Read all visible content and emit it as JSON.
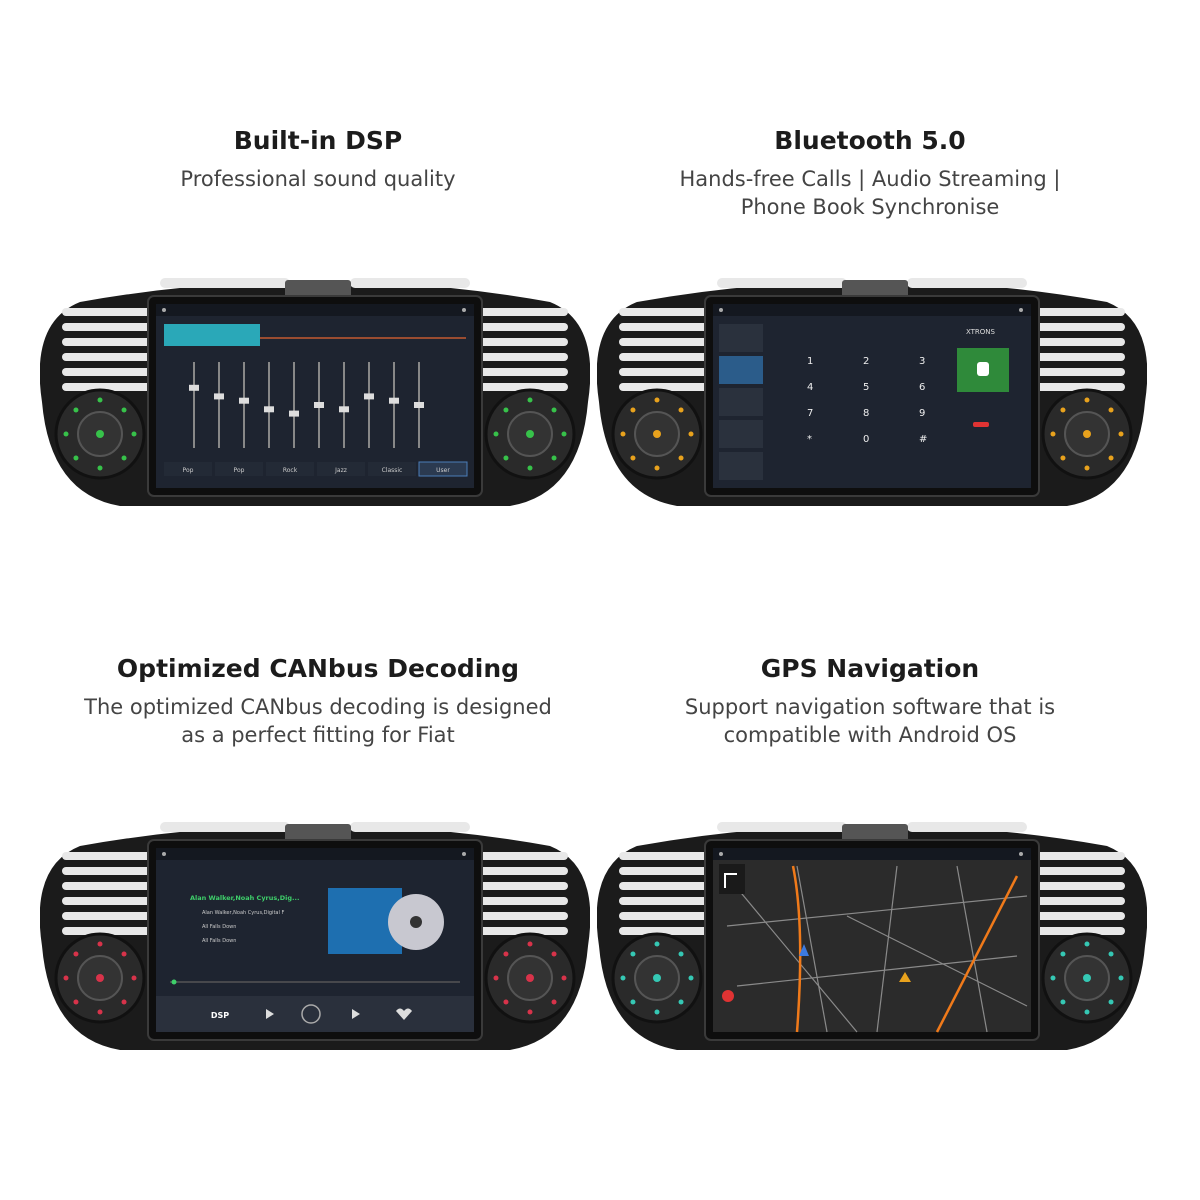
{
  "features": [
    {
      "title": "Built-in DSP",
      "subtitle": [
        "Professional sound quality"
      ],
      "screen": "eq",
      "eq": {
        "presets": [
          "Pop",
          "Pop",
          "Rock",
          "Jazz",
          "Classic",
          "User"
        ],
        "slider_levels": [
          0.7,
          0.6,
          0.55,
          0.45,
          0.4,
          0.5,
          0.45,
          0.6,
          0.55,
          0.5
        ]
      },
      "knob_color": "#37c24a"
    },
    {
      "title": "Bluetooth 5.0",
      "subtitle": [
        "Hands-free Calls | Audio Streaming |",
        "Phone Book Synchronise"
      ],
      "screen": "phone",
      "phone": {
        "brand": "XTRONS",
        "keys": [
          "1",
          "2",
          "3",
          "4",
          "5",
          "6",
          "7",
          "8",
          "9",
          "*",
          "0",
          "#"
        ]
      },
      "knob_color": "#e8a21d"
    },
    {
      "title": "Optimized CANbus Decoding",
      "subtitle": [
        "The optimized CANbus decoding is designed",
        "as a perfect fitting for Fiat"
      ],
      "screen": "music",
      "music": {
        "track": "Alan Walker,Noah Cyrus,Dig...",
        "artist": "Alan Walker,Noah Cyrus,Digital F",
        "album": "All Falls Down",
        "song": "All Falls Down",
        "controls": [
          "DSP"
        ]
      },
      "knob_color": "#d8334a"
    },
    {
      "title": "GPS Navigation",
      "subtitle": [
        "Support navigation software that is",
        "compatible with Android OS"
      ],
      "screen": "map",
      "knob_color": "#35c8b4"
    }
  ]
}
